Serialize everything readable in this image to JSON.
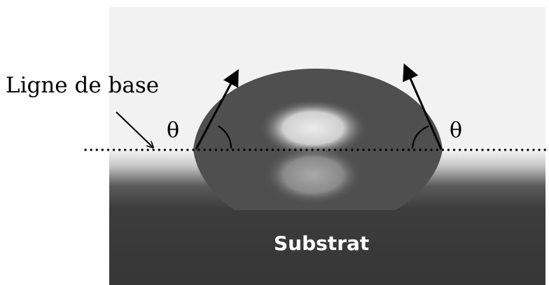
{
  "labels": {
    "baseline": "Ligne de base",
    "theta_left": "θ",
    "theta_right": "θ",
    "substrate": "Substrat"
  },
  "colors": {
    "background": "#ffffff",
    "photo_background": "#f2f2f2",
    "substrate": "#3a3a3a",
    "drop": "#505050",
    "highlight": "#dcdcdc",
    "ink": "#000000",
    "substrate_text": "#ffffff"
  }
}
